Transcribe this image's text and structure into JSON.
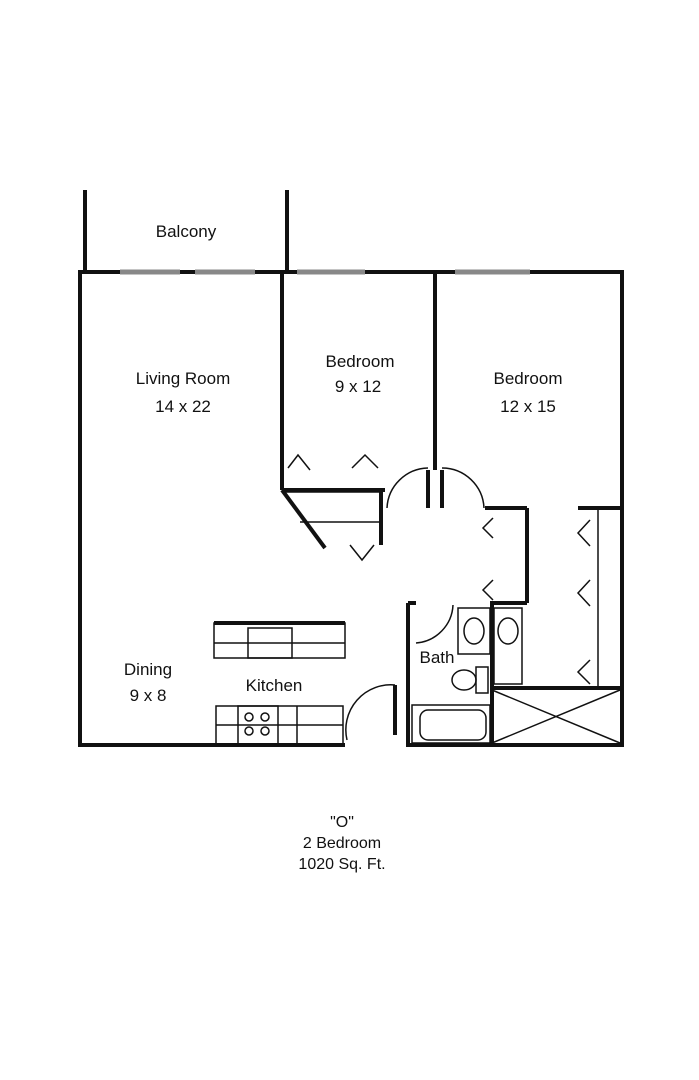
{
  "rooms": {
    "balcony": {
      "name": "Balcony"
    },
    "living_room": {
      "name": "Living Room",
      "size": "14 x 22"
    },
    "bedroom_1": {
      "name": "Bedroom",
      "size": "9 x 12"
    },
    "bedroom_2": {
      "name": "Bedroom",
      "size": "12 x 15"
    },
    "dining": {
      "name": "Dining",
      "size": "9 x 8"
    },
    "kitchen": {
      "name": "Kitchen"
    },
    "bath": {
      "name": "Bath"
    }
  },
  "caption": {
    "model": "\"O\"",
    "bedrooms": "2 Bedroom",
    "area": "1020 Sq. Ft."
  }
}
